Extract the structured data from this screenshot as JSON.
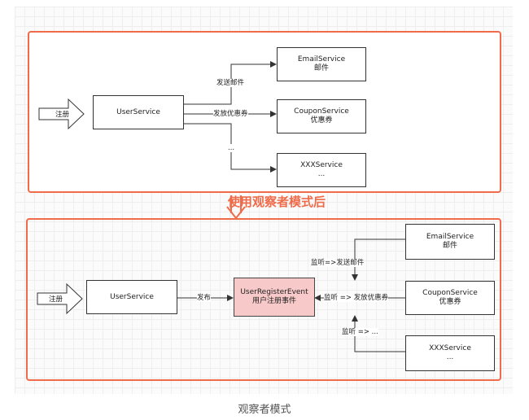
{
  "top": {
    "register": "注册",
    "user_service": "UserService",
    "email_service": [
      "EmailService",
      "邮件"
    ],
    "coupon_service": [
      "CouponService",
      "优惠券"
    ],
    "xxx_service": [
      "XXXService",
      "..."
    ],
    "edge_send_email": "发送邮件",
    "edge_coupon": "发放优惠券",
    "edge_etc": "..."
  },
  "transition": "使用观察者模式后",
  "bottom": {
    "register": "注册",
    "user_service": "UserService",
    "event": [
      "UserRegisterEvent",
      "用户注册事件"
    ],
    "email_service": [
      "EmailService",
      "邮件"
    ],
    "coupon_service": [
      "CouponService",
      "优惠券"
    ],
    "xxx_service": [
      "XXXService",
      "..."
    ],
    "edge_publish": "发布",
    "listen_email": "监听=>发送邮件",
    "listen_coupon": "监听 => 发放优惠券",
    "listen_etc": "监听 => ..."
  },
  "caption": "观察者模式",
  "colors": {
    "panel_border": "#ef6b4a",
    "event_fill": "#f8c9c9",
    "accent": "#ef6b4a"
  }
}
